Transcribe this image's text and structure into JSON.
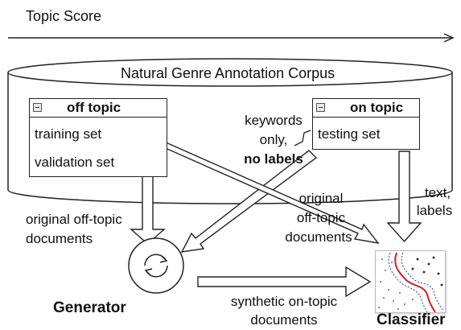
{
  "header": {
    "axis_label": "Topic Score"
  },
  "corpus": {
    "title": "Natural Genre Annotation Corpus"
  },
  "off_topic_box": {
    "title": "off topic",
    "rows": [
      "training set",
      "validation set"
    ]
  },
  "on_topic_box": {
    "title": "on topic",
    "rows": [
      "testing set"
    ]
  },
  "annotations": {
    "keywords_line1": "keywords",
    "keywords_line2": "only,",
    "keywords_line3": "no labels",
    "original_line1": "original",
    "original_line2": "off-topic",
    "original_line3": "documents",
    "text_labels_line1": "text,",
    "text_labels_line2": "labels",
    "orig_offtopic_line1": "original off-topic",
    "orig_offtopic_line2": "documents",
    "synthetic_line1": "synthetic on-topic",
    "synthetic_line2": "documents"
  },
  "components": {
    "generator_label": "Generator",
    "classifier_label": "Classifier"
  },
  "icons": {
    "generator": "cycle-arrows-icon",
    "classifier": "decision-boundary-scatter-icon"
  },
  "colors": {
    "stroke": "#222222",
    "boundary": "#d42020",
    "margin": "#1a3fa8"
  }
}
